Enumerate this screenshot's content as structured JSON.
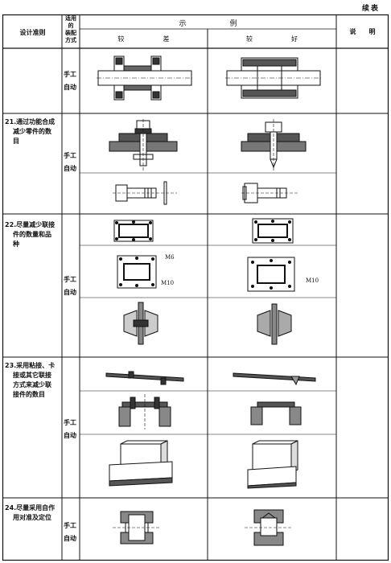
{
  "continuation": "续表",
  "header": {
    "col_rule": "设计准则",
    "col_method": [
      "适用",
      "的",
      "装配",
      "方式"
    ],
    "col_example": "示　　　　　　例",
    "col_worse": "较　　　　　　差",
    "col_better": "较　　　　　　好",
    "col_note": "说　　明"
  },
  "mode_manual": "手工",
  "mode_auto": "自动",
  "rules": [
    {
      "id": "20",
      "text": ""
    },
    {
      "id": "21",
      "lines": [
        "21.通过功能合成",
        "减少零件的数",
        "目"
      ]
    },
    {
      "id": "22",
      "lines": [
        "22.尽量减少联接",
        "件的数量和品",
        "种"
      ]
    },
    {
      "id": "23",
      "lines": [
        "23.采用粘接、卡",
        "接或其它联接",
        "方式来减少联",
        "接件的数目"
      ]
    },
    {
      "id": "24",
      "lines": [
        "24.尽量采用自作",
        "用对准及定位"
      ]
    }
  ],
  "labels": {
    "m6": "M6",
    "m10_left": "M10",
    "m10_right": "M10"
  },
  "icons": [
    "shaft-assembly-icon",
    "bolted-flange-icon",
    "bolt-washer-icon",
    "flange-plate-icon",
    "bracket-icon",
    "clip-joint-icon",
    "box-frame-icon",
    "locating-pin-icon"
  ]
}
